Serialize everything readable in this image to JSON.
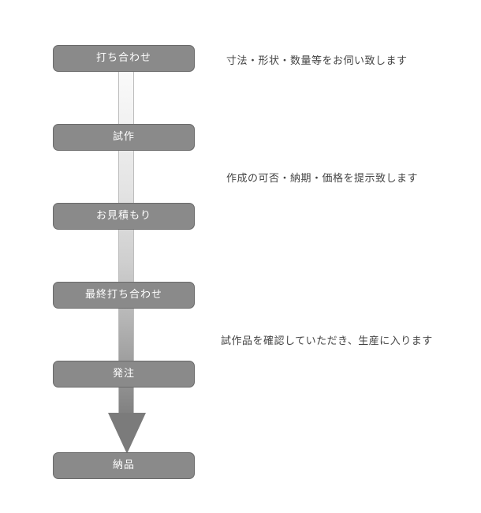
{
  "flow": {
    "steps": [
      {
        "label": "打ち合わせ"
      },
      {
        "label": "試作"
      },
      {
        "label": "お見積もり"
      },
      {
        "label": "最終打ち合わせ"
      },
      {
        "label": "発注"
      },
      {
        "label": "納品"
      }
    ],
    "notes": [
      {
        "text": "寸法・形状・数量等をお伺い致します"
      },
      {
        "text": "作成の可否・納期・価格を提示致します"
      },
      {
        "text": "試作品を確認していただき、生産に入ります"
      }
    ]
  },
  "colors": {
    "box_fill": "#8a8a8a",
    "box_border": "#6a6a6a",
    "box_text": "#ffffff",
    "arrow": "#7b7b7b",
    "note_text": "#444444"
  }
}
